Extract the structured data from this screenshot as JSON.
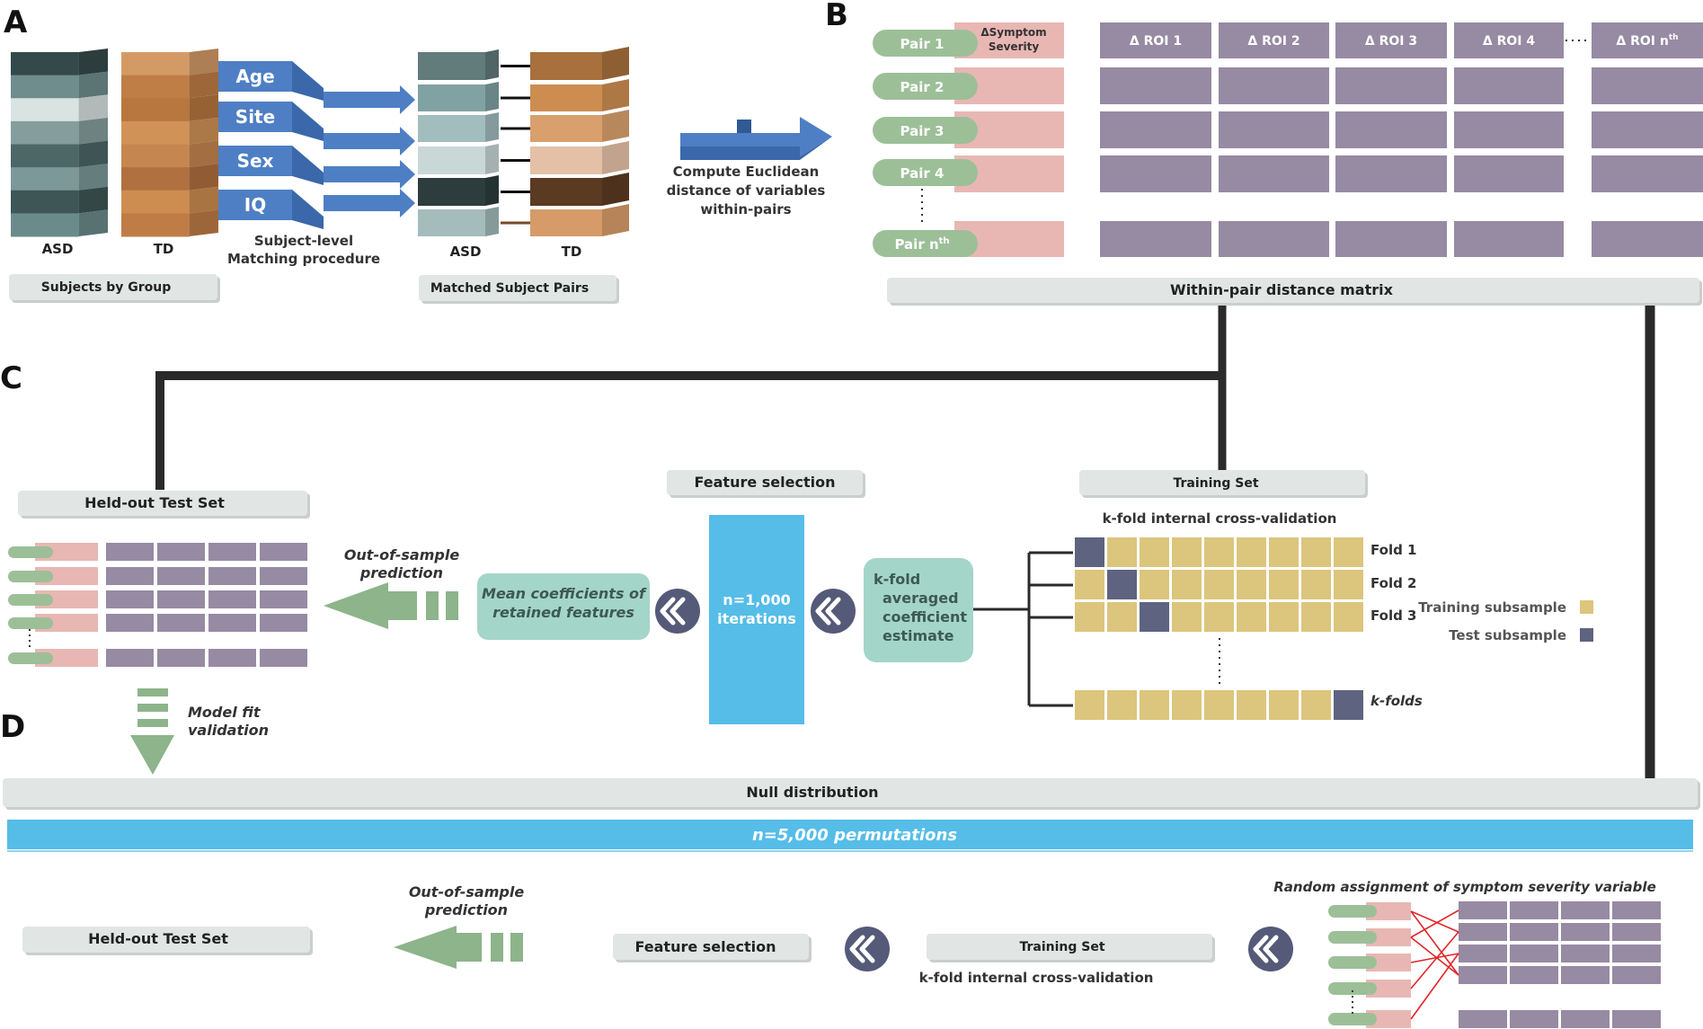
{
  "panels": {
    "a": "A",
    "b": "B",
    "c": "C",
    "d": "D"
  },
  "panel_a": {
    "asd_label": "ASD",
    "td_label": "TD",
    "asd_label_2": "ASD",
    "td_label_2": "TD",
    "match_vars": [
      "Age",
      "Site",
      "Sex",
      "IQ"
    ],
    "matching_caption_1": "Subject-level",
    "matching_caption_2": "Matching procedure",
    "subjects_by_group": "Subjects by Group",
    "matched_pairs": "Matched Subject Pairs",
    "asd_colors": [
      "#344a4a",
      "#6f8d8d",
      "#d8e3e2",
      "#859e9d",
      "#4d6766",
      "#7c9898",
      "#3e5655",
      "#6b8b8a"
    ],
    "td_colors": [
      "#d49a66",
      "#c07e47",
      "#b7773f",
      "#d19257",
      "#c68650",
      "#b17040",
      "#cd8d51",
      "#c07c47"
    ],
    "pair_asd_colors": [
      "#627b7b",
      "#81a2a2",
      "#a2bdbd",
      "#c9d8d7",
      "#2d3d3d",
      "#a4bcbc"
    ],
    "pair_td_colors": [
      "#a7703c",
      "#cd8d51",
      "#d9a06d",
      "#e4c0a6",
      "#5b3a22",
      "#d69b68"
    ]
  },
  "compute_caption": [
    "Compute Euclidean",
    "distance of variables",
    "within-pairs"
  ],
  "panel_b": {
    "pairs": [
      "Pair 1",
      "Pair 2",
      "Pair 3",
      "Pair 4",
      "Pair n"
    ],
    "pair_n_sup": "th",
    "symptom_header": [
      "ΔSymptom",
      "Severity"
    ],
    "roi_headers": [
      "Δ ROI 1",
      "Δ ROI 2",
      "Δ ROI 3",
      "Δ ROI 4",
      "Δ ROI n"
    ],
    "roi_n_sup": "th",
    "matrix_label": "Within-pair distance matrix"
  },
  "panel_c": {
    "held_out": "Held-out Test Set",
    "out_of_sample": [
      "Out-of-sample",
      "prediction"
    ],
    "mean_coeff": [
      "Mean coefficients of",
      "retained features"
    ],
    "feature_selection": "Feature selection",
    "iterations": [
      "n=1,000",
      "iterations"
    ],
    "kfold_avg": [
      "k-fold",
      "averaged",
      "coefficient",
      "estimate"
    ],
    "training_set": "Training Set",
    "kfold_title": "k-fold internal cross-validation",
    "folds": [
      "Fold 1",
      "Fold 2",
      "Fold 3",
      "k-folds"
    ],
    "training_subsample": "Training subsample",
    "test_subsample": "Test subsample",
    "model_fit": [
      "Model fit",
      "validation"
    ]
  },
  "panel_d": {
    "null_distribution": "Null distribution",
    "permutations": "n=5,000 permutations",
    "out_of_sample": [
      "Out-of-sample",
      "prediction"
    ],
    "held_out": "Held-out Test Set",
    "feature_selection": "Feature selection",
    "training_set": "Training Set",
    "kfold_text": "k-fold internal cross-validation",
    "random_assignment": "Random assignment of symptom severity variable"
  },
  "colors": {
    "pill": "#9cbf98",
    "pink": "#e8b7b3",
    "roi": "#978aa3",
    "banner": "#dfe3e2",
    "blue_arrow": "#4e7fc4",
    "sky": "#55bde8",
    "teal": "#a4d5c9",
    "gold": "#dcc57c",
    "slate": "#5e6380",
    "green_arrow": "#8db48a",
    "dark": "#2a2a2a"
  }
}
